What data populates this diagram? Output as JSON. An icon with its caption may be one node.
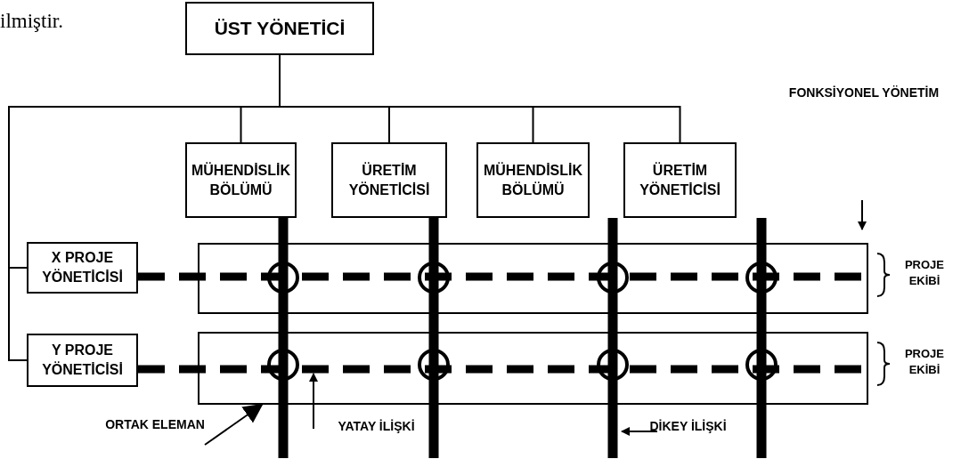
{
  "diagram": {
    "nodes": [
      {
        "text": [
          "ÜST YÖNETİCİ"
        ]
      },
      {
        "text": [
          "MÜHENDİSLİK BÖLÜMÜ"
        ]
      },
      {
        "text": [
          "ÜRETİM YÖNETİCİSİ"
        ]
      },
      {
        "text": [
          "MÜHENDİSLİK BÖLÜMÜ"
        ]
      },
      {
        "text": [
          "ÜRETİM YÖNETİCİSİ"
        ]
      },
      {
        "text": [
          "X PROJE YÖNETİCİSİ"
        ]
      },
      {
        "text": [],
        "shape": "box",
        "beside": [
          "PROJE EKİBİ"
        ]
      },
      {
        "text": [
          "Y PROJE YÖNETİCİSİ"
        ]
      },
      {
        "text": [],
        "shape": "box",
        "beside": [
          "PROJE EKİBİ"
        ]
      },
      {
        "text": [
          "ORTAK ELEMAN"
        ]
      }
    ],
    "edges": [
      {
        "from": 0,
        "to": 1,
        "arrow": "none"
      },
      {
        "from": 0,
        "to": 2,
        "arrow": "none"
      },
      {
        "from": 0,
        "to": 3,
        "arrow": "none"
      },
      {
        "from": 0,
        "to": 4,
        "arrow": "none"
      },
      {
        "from": 0,
        "to": 5,
        "arrow": "none"
      },
      {
        "from": 0,
        "to": 7,
        "arrow": "none"
      },
      {
        "from": 5,
        "to": 6,
        "arrow": "none",
        "style": "dashed"
      },
      {
        "from": 7,
        "to": 8,
        "arrow": "none",
        "style": "dashed"
      },
      {
        "from": 1,
        "to": null,
        "arrow": "none",
        "style": "thick"
      },
      {
        "from": 2,
        "to": null,
        "arrow": "none",
        "style": "thick"
      },
      {
        "from": 3,
        "to": null,
        "arrow": "none",
        "style": "thick"
      },
      {
        "from": 4,
        "to": null,
        "arrow": "none",
        "style": "thick"
      },
      {
        "from": 9,
        "to": 8,
        "arrow": "to"
      }
    ],
    "labels": [
      "ilmiştir.",
      "FONKSİYONEL YÖNETİM",
      "YATAY İLİŞKİ",
      "DİKEY İLİŞKİ"
    ]
  }
}
